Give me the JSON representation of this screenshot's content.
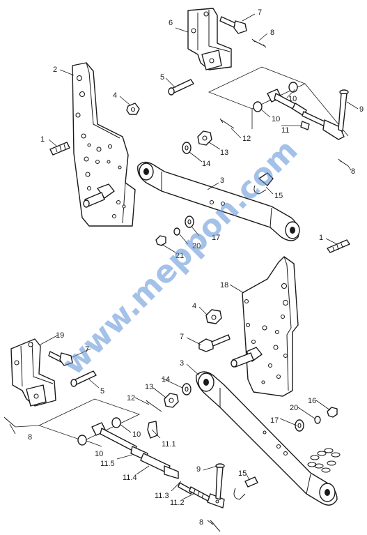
{
  "watermark": "www.meppon.com",
  "labels": [
    "1",
    "2",
    "3",
    "4",
    "5",
    "6",
    "7",
    "8",
    "9",
    "10",
    "11",
    "12",
    "13",
    "14",
    "15",
    "16",
    "17",
    "18",
    "19",
    "20",
    "21",
    "11.1",
    "11.2",
    "11.3",
    "11.4",
    "11.5"
  ]
}
